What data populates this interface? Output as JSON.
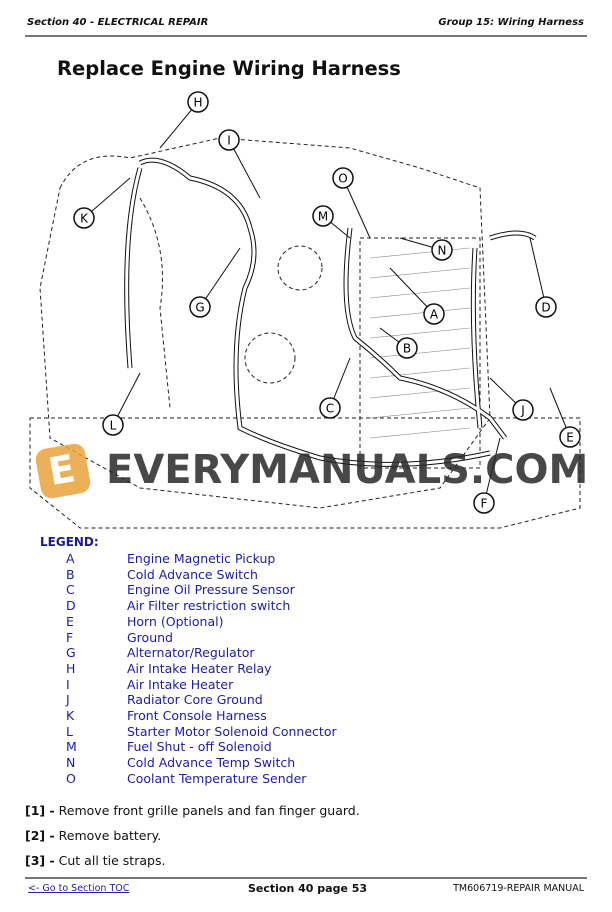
{
  "header": {
    "section": "Section 40 - ELECTRICAL REPAIR",
    "group": "Group 15: Wiring Harness"
  },
  "title": "Replace Engine Wiring Harness",
  "diagram": {
    "callouts": [
      "A",
      "B",
      "C",
      "D",
      "E",
      "F",
      "G",
      "H",
      "I",
      "J",
      "K",
      "L",
      "M",
      "N",
      "O"
    ]
  },
  "watermark": "EVERYMANUALS.COM",
  "legend": {
    "title": "LEGEND:",
    "items": [
      {
        "key": "A",
        "label": "Engine Magnetic Pickup"
      },
      {
        "key": "B",
        "label": "Cold Advance Switch"
      },
      {
        "key": "C",
        "label": "Engine Oil Pressure Sensor"
      },
      {
        "key": "D",
        "label": "Air Filter restriction switch"
      },
      {
        "key": "E",
        "label": "Horn (Optional)"
      },
      {
        "key": "F",
        "label": "Ground"
      },
      {
        "key": "G",
        "label": "Alternator/Regulator"
      },
      {
        "key": "H",
        "label": "Air Intake Heater Relay"
      },
      {
        "key": "I",
        "label": "Air Intake Heater"
      },
      {
        "key": "J",
        "label": "Radiator Core Ground"
      },
      {
        "key": "K",
        "label": "Front Console Harness"
      },
      {
        "key": "L",
        "label": "Starter Motor Solenoid Connector"
      },
      {
        "key": "M",
        "label": "Fuel Shut - off Solenoid"
      },
      {
        "key": "N",
        "label": "Cold Advance Temp Switch"
      },
      {
        "key": "O",
        "label": "Coolant Temperature Sender"
      }
    ]
  },
  "steps": [
    {
      "num": "[1] -",
      "text": "Remove front grille panels and fan finger guard."
    },
    {
      "num": "[2] -",
      "text": "Remove battery."
    },
    {
      "num": "[3] -",
      "text": "Cut all tie straps."
    }
  ],
  "footer": {
    "toc_link": "<- Go to Section TOC",
    "page": "Section 40 page 53",
    "manual": "TM606719-REPAIR MANUAL"
  }
}
